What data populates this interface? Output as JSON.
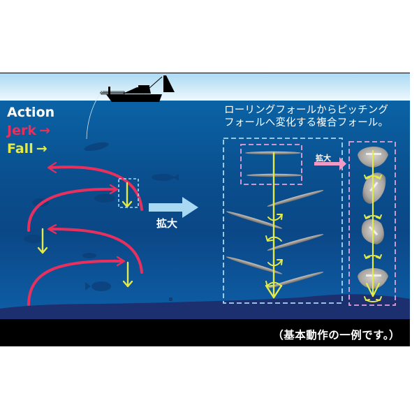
{
  "legend": {
    "action_label": "Action",
    "jerk_label": "Jerk",
    "jerk_arrow": "→",
    "fall_label": "Fall",
    "fall_arrow": "→"
  },
  "caption": {
    "line1": "ローリングフォールからピッチング",
    "line2": "フォールへ変化する複合フォール。"
  },
  "zoom_labels": {
    "main": "拡大",
    "small": "拡大"
  },
  "footer_note": "（基本動作の一例です。）",
  "colors": {
    "jerk": "#e8305e",
    "fall": "#e2ea4c",
    "zoom_arrow_main": "#a9d8f2",
    "zoom_arrow_small": "#f09ac8",
    "dashed_blue": "#a9d8f2",
    "dashed_pink": "#e7a0d8",
    "sky_top": "#a9d8f2",
    "sea": "#0a4f8e",
    "seabed": "#1c2f6e",
    "band": "#000000"
  },
  "icons": {
    "boat": "boat-silhouette-icon",
    "fish": "fish-silhouette-icon",
    "lure": "lure-icon",
    "rotate": "rotate-arrows-icon"
  }
}
